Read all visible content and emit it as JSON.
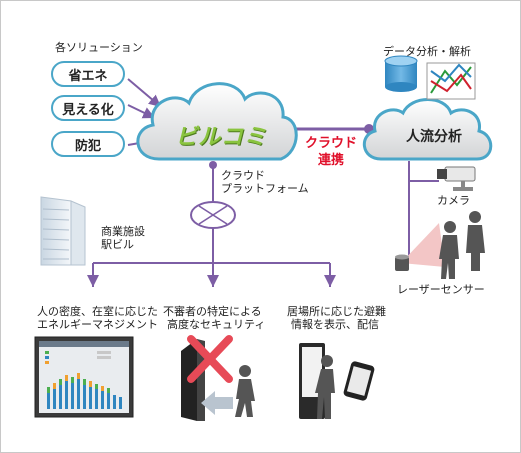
{
  "solutions": {
    "heading": "各ソリューション",
    "items": [
      "省エネ",
      "見える化",
      "防犯"
    ]
  },
  "cloud_main": {
    "logo": "ビルコミ",
    "caption_line1": "クラウド",
    "caption_line2": "プラットフォーム"
  },
  "link_label": {
    "line1": "クラウド",
    "line2": "連携"
  },
  "cloud_right": {
    "label": "人流分析"
  },
  "data_analysis": {
    "label": "データ分析・解析"
  },
  "devices": {
    "camera": "カメラ",
    "laser": "レーザーセンサー"
  },
  "building": {
    "line1": "商業施設",
    "line2": "駅ビル"
  },
  "outputs": [
    {
      "line1": "人の密度、在室に応じた",
      "line2": "エネルギーマネジメント"
    },
    {
      "line1": "不審者の特定による",
      "line2": "高度なセキュリティ"
    },
    {
      "line1": "居場所に応じた避難",
      "line2": "情報を表示、配信"
    }
  ],
  "colors": {
    "accent": "#4aa6c8",
    "line": "#7d5ea5",
    "highlight": "#e0102a",
    "laser": "#f3c6c6"
  }
}
